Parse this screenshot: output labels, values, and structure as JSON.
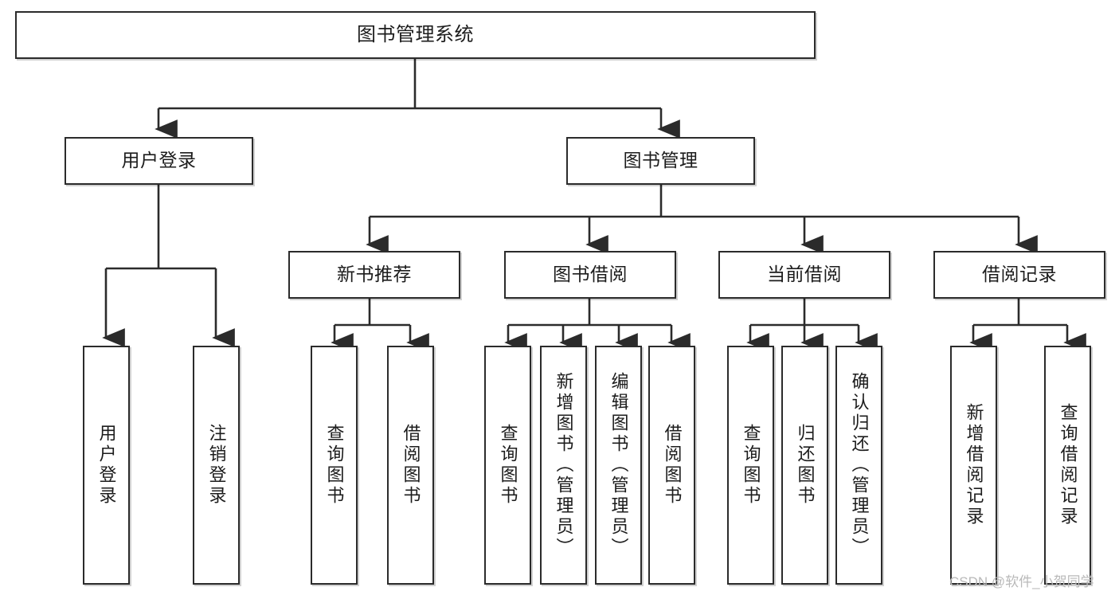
{
  "diagram": {
    "title": "图书管理系统",
    "type": "function-structure-tree",
    "watermark": "CSDN @软件_小贺同学",
    "colors": {
      "border": "#2b2b2b",
      "background": "#ffffff",
      "text": "#1c1c1c",
      "watermark": "#b9b9b9"
    },
    "levels": {
      "root": {
        "label": "图书管理系统"
      },
      "level2": [
        {
          "label": "用户登录"
        },
        {
          "label": "图书管理"
        }
      ],
      "level3": [
        {
          "label": "新书推荐"
        },
        {
          "label": "图书借阅"
        },
        {
          "label": "当前借阅"
        },
        {
          "label": "借阅记录"
        }
      ],
      "leaves": {
        "user_login": [
          {
            "label": "用户登录"
          },
          {
            "label": "注销登录"
          }
        ],
        "new_book_recommend": [
          {
            "label": "查询图书"
          },
          {
            "label": "借阅图书"
          }
        ],
        "book_borrow": [
          {
            "label": "查询图书"
          },
          {
            "label": "新增图书（管理员）"
          },
          {
            "label": "编辑图书（管理员）"
          },
          {
            "label": "借阅图书"
          }
        ],
        "current_borrow": [
          {
            "label": "查询图书"
          },
          {
            "label": "归还图书"
          },
          {
            "label": "确认归还（管理员）"
          }
        ],
        "borrow_records": [
          {
            "label": "新增借阅记录"
          },
          {
            "label": "查询借阅记录"
          }
        ]
      }
    }
  }
}
